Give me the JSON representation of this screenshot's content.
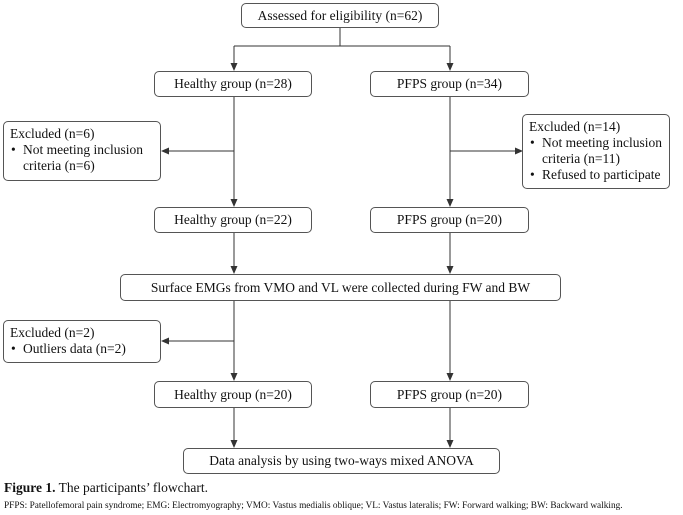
{
  "flowchart": {
    "assessed": "Assessed for eligibility (n=62)",
    "healthy_initial": "Healthy group (n=28)",
    "pfps_initial": "PFPS group (n=34)",
    "healthy_excluded": {
      "title": "Excluded (n=6)",
      "items": [
        "Not meeting inclusion criteria (n=6)"
      ]
    },
    "pfps_excluded": {
      "title": "Excluded (n=14)",
      "items": [
        "Not meeting inclusion criteria (n=11)",
        "Refused to participate"
      ]
    },
    "healthy_mid": "Healthy group (n=22)",
    "pfps_mid": "PFPS group (n=20)",
    "collection": "Surface EMGs from VMO and VL were collected during FW and BW",
    "outliers_excluded": {
      "title": "Excluded (n=2)",
      "items": [
        "Outliers data (n=2)"
      ]
    },
    "healthy_final": "Healthy group (n=20)",
    "pfps_final": "PFPS group (n=20)",
    "analysis": "Data analysis by using two-ways mixed ANOVA"
  },
  "caption": {
    "label": "Figure 1.",
    "text": " The participants’ flowchart."
  },
  "footnote": "PFPS: Patellofemoral pain syndrome; EMG: Electromyography; VMO: Vastus medialis oblique; VL: Vastus lateralis; FW: Forward walking; BW: Backward walking.",
  "colors": {
    "line": "#333333",
    "box_border": "#555555"
  }
}
